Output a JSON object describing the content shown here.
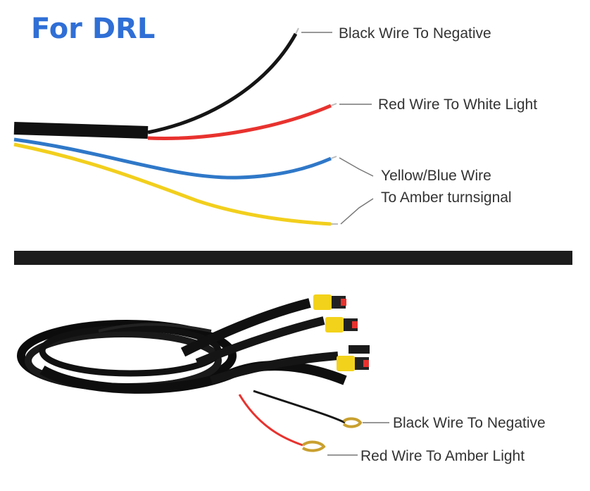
{
  "title": "For DRL",
  "colors": {
    "title": "#2f6fd6",
    "black_wire": "#151515",
    "red_wire": "#e8322e",
    "blue_wire": "#2f78c8",
    "yellow_wire": "#f2cf1d",
    "connector": "#f3d21b",
    "terminal": "#c9a02f"
  },
  "top_labels": {
    "black": "Black Wire To Negative",
    "red": "Red Wire To White Light",
    "yellow_blue_line1": "Yellow/Blue Wire",
    "yellow_blue_line2": "To Amber turnsignal"
  },
  "bottom_labels": {
    "black": "Black Wire To Negative",
    "red": "Red Wire To Amber Light"
  }
}
